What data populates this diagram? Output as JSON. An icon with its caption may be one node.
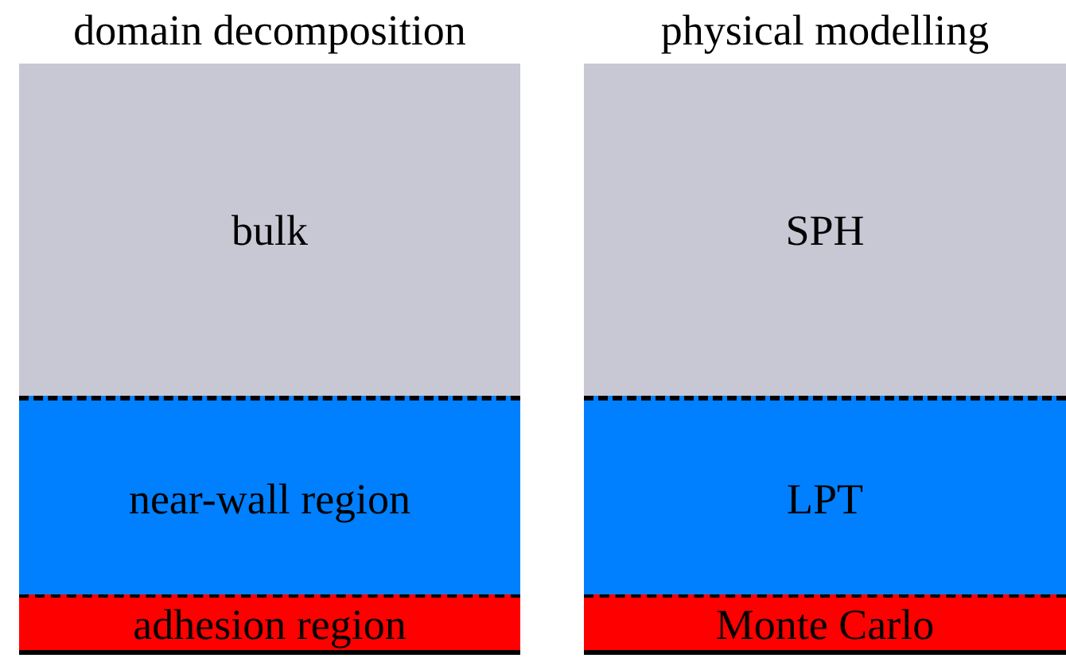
{
  "diagram": {
    "nodes": [
      {
        "text": [
          "domain decomposition"
        ]
      },
      {
        "text": [
          "bulk"
        ],
        "in": 0
      },
      {
        "text": [
          "near-wall region"
        ],
        "in": 0
      },
      {
        "text": [
          "adhesion region"
        ],
        "in": 0
      },
      {
        "text": [
          "physical modelling"
        ]
      },
      {
        "text": [
          "SPH"
        ],
        "in": 4
      },
      {
        "text": [
          "LPT"
        ],
        "in": 4
      },
      {
        "text": [
          "Monte Carlo"
        ],
        "in": 4
      }
    ]
  }
}
